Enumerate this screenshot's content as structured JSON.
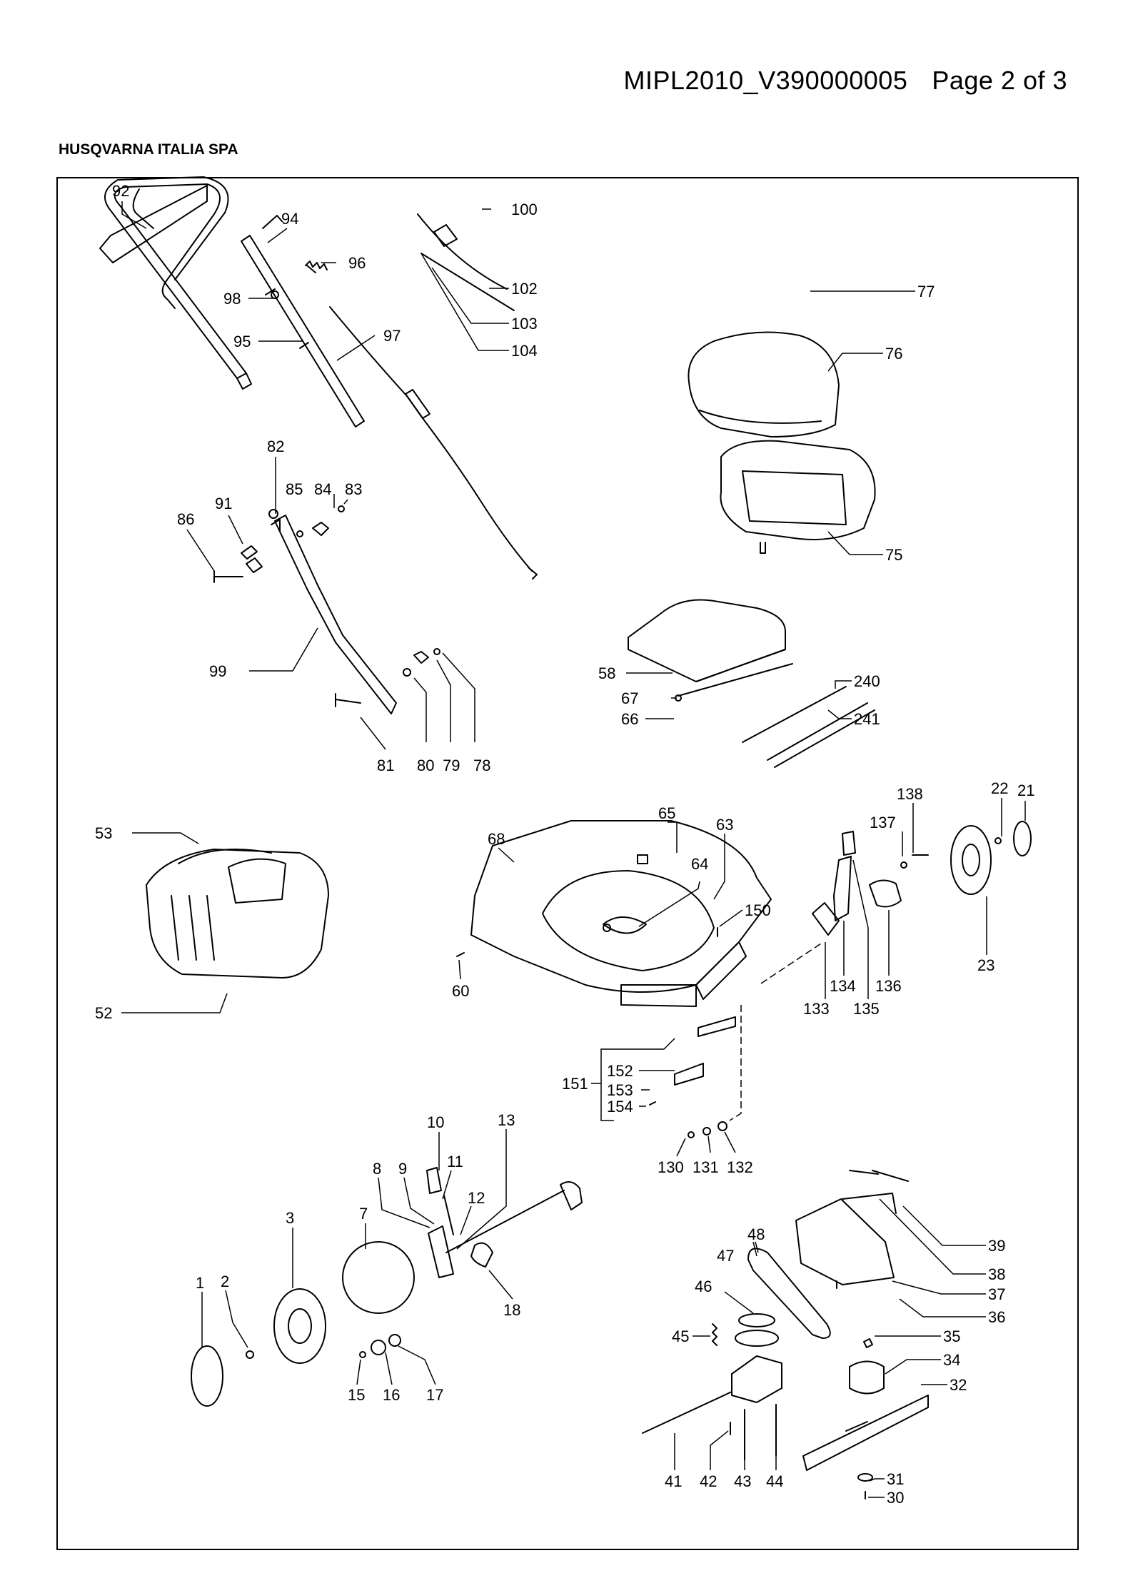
{
  "header": {
    "doc_id": "MIPL2010_V390000005",
    "page": "Page 2 of 3"
  },
  "company": "HUSQVARNA ITALIA SPA",
  "callouts": [
    "1",
    "2",
    "3",
    "7",
    "8",
    "9",
    "10",
    "11",
    "12",
    "13",
    "15",
    "16",
    "17",
    "18",
    "21",
    "22",
    "23",
    "30",
    "31",
    "32",
    "34",
    "35",
    "36",
    "37",
    "38",
    "39",
    "41",
    "42",
    "43",
    "44",
    "45",
    "46",
    "47",
    "48",
    "52",
    "53",
    "58",
    "60",
    "63",
    "64",
    "65",
    "66",
    "67",
    "68",
    "75",
    "76",
    "77",
    "78",
    "79",
    "80",
    "81",
    "82",
    "83",
    "84",
    "85",
    "86",
    "91",
    "92",
    "94",
    "95",
    "96",
    "97",
    "98",
    "99",
    "100",
    "102",
    "103",
    "104",
    "130",
    "131",
    "132",
    "133",
    "134",
    "135",
    "136",
    "137",
    "138",
    "150",
    "151",
    "152",
    "153",
    "154",
    "240",
    "241"
  ]
}
